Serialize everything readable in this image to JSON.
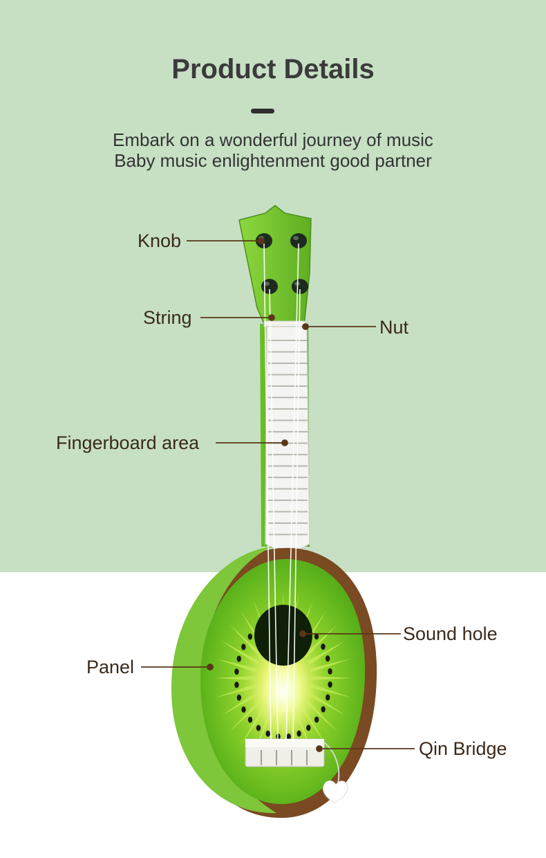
{
  "header": {
    "title": "Product Details",
    "subtitle_line1": "Embark on a wonderful journey of music",
    "subtitle_line2": "Baby music enlightenment good partner"
  },
  "callouts": {
    "knob": "Knob",
    "string": "String",
    "nut": "Nut",
    "fingerboard": "Fingerboard area",
    "sound_hole": "Sound hole",
    "panel": "Panel",
    "qin_bridge": "Qin Bridge"
  },
  "colors": {
    "top_background": "#c7e0c4",
    "bottom_background": "#ffffff",
    "body_green": "#7bc332",
    "rim_brown": "#7a4a22",
    "callout_line": "#5a3618",
    "title_text": "#3b3b3b"
  }
}
